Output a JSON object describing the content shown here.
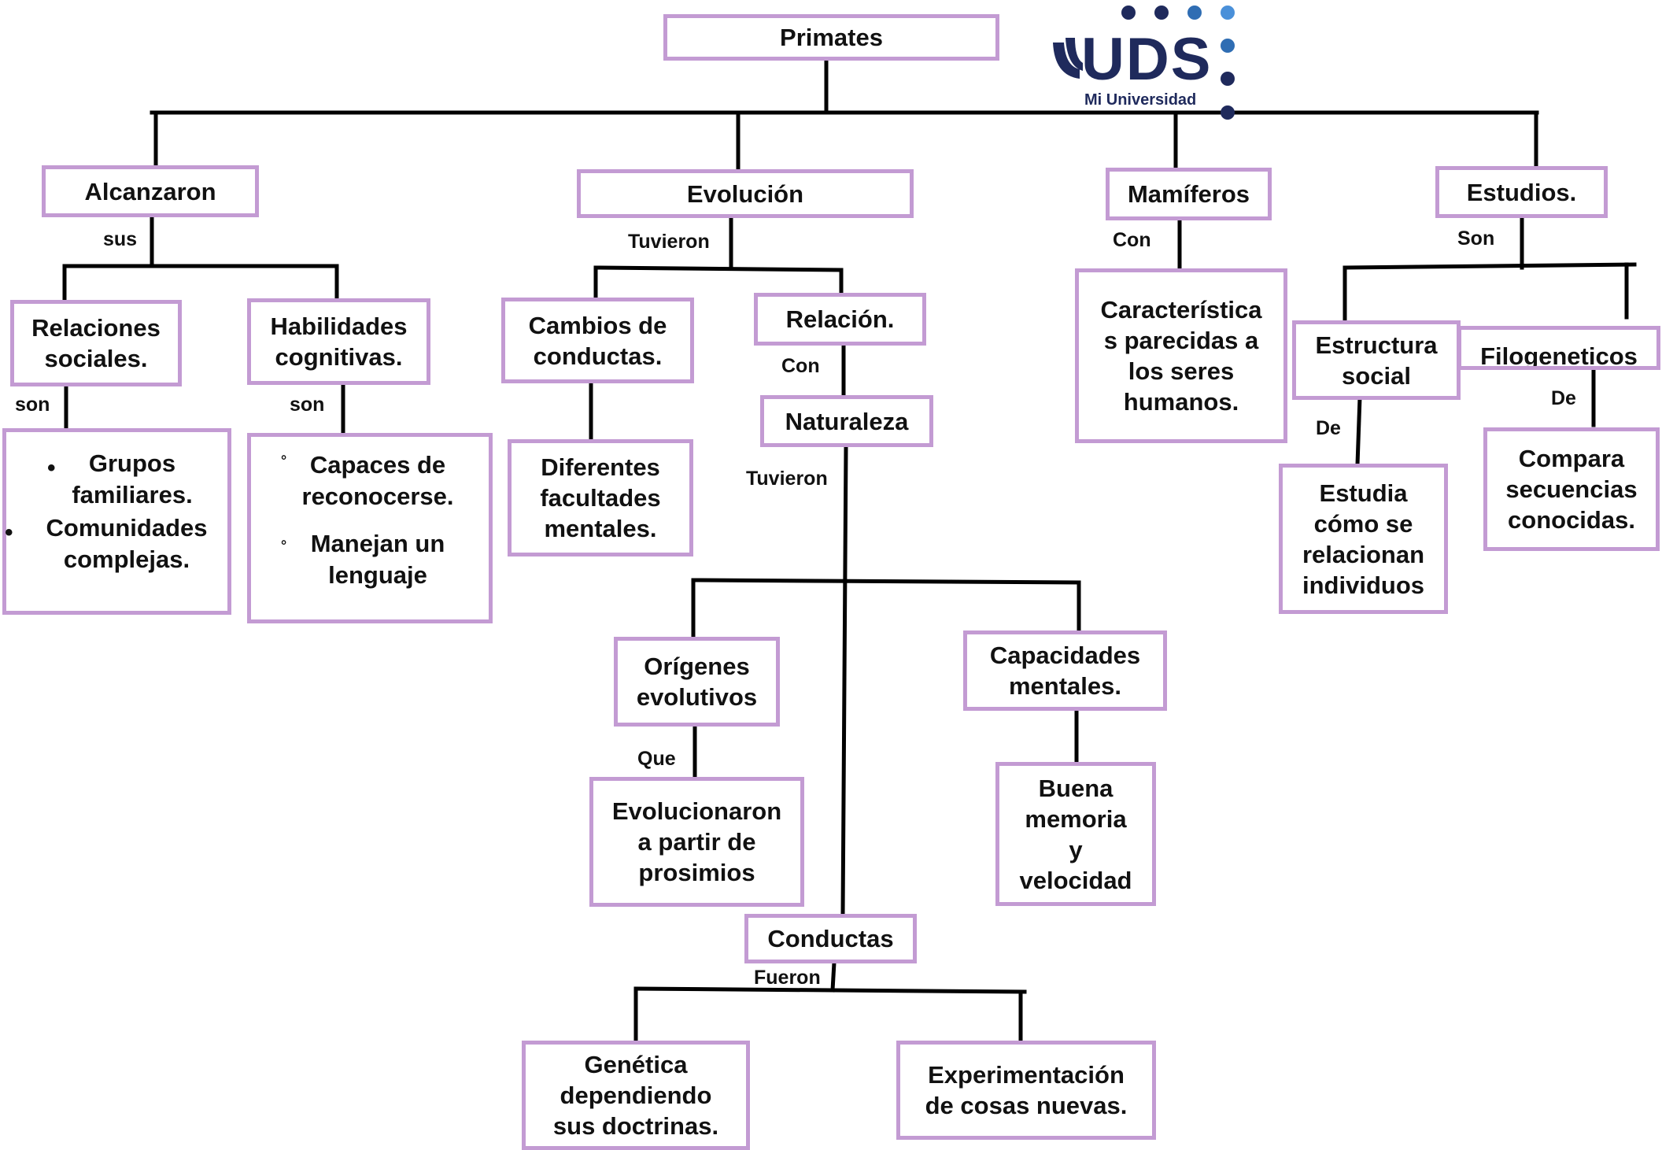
{
  "logo": {
    "wordmark": "UDS",
    "tagline": "Mi Universidad",
    "navy": "#1f2a5c",
    "blue": "#2f6db3",
    "light_blue": "#4a90d9"
  },
  "colors": {
    "box_border": "#c39bd3",
    "line": "#000000"
  },
  "nodes": {
    "primates": "Primates",
    "alcanzaron": "Alcanzaron",
    "evolucion": "Evolución",
    "mamiferos": "Mamíferos",
    "estudios": "Estudios.",
    "relaciones": "Relaciones\nsociales.",
    "habilidades": "Habilidades\ncognitivas.",
    "relaciones_items": [
      "Grupos\nfamiliares.",
      "Comunidades\ncomplejas."
    ],
    "habilidades_items": [
      "Capaces de\nreconocerse.",
      "Manejan un\nlenguaje"
    ],
    "cambios": "Cambios de\nconductas.",
    "relacion": "Relación.",
    "naturaleza": "Naturaleza",
    "diferentes": "Diferentes\nfacultades\nmentales.",
    "caracteristicas": "Característica\ns parecidas a\nlos seres\nhumanos.",
    "estructura": "Estructura\nsocial",
    "filogeneticos": "Filogeneticos",
    "estudia": "Estudia\ncómo se\nrelacionan\nindividuos",
    "compara": "Compara\nsecuencias\nconocidas.",
    "origenes": "Orígenes\nevolutivos",
    "capacidades": "Capacidades\nmentales.",
    "evolucionaron": "Evolucionaron\na partir de\nprosimios",
    "buena": "Buena\nmemoria\ny\nvelocidad",
    "conductas": "Conductas",
    "genetica": "Genética\ndependiendo\nsus doctrinas.",
    "experimentacion": "Experimentación\nde cosas nuevas."
  },
  "labels": {
    "sus": "sus",
    "tuvieron_1": "Tuvieron",
    "con_1": "Con",
    "son_1": "Son",
    "son_2": "son",
    "son_3": "son",
    "con_2": "Con",
    "tuvieron_2": "Tuvieron",
    "de_1": "De",
    "de_2": "De",
    "que": "Que",
    "fueron": "Fueron"
  }
}
